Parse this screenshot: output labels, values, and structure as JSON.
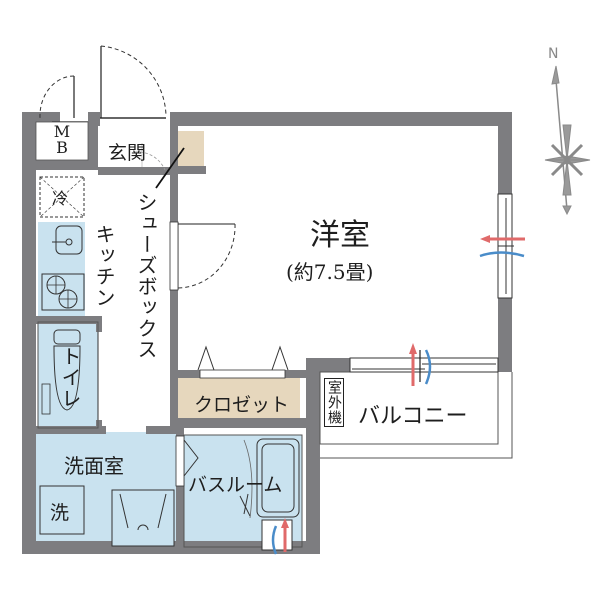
{
  "plan": {
    "colors": {
      "wall": "#7d7d80",
      "wet_area": "#c9e2ef",
      "storage": "#e6d7bd",
      "floor": "#ffffff",
      "airflow_in": "#e06a6a",
      "airflow_out": "#4a8cc9",
      "compass": "#8a8a8a"
    },
    "rooms": {
      "mb": {
        "label_top": "M",
        "label_bottom": "B"
      },
      "entrance": {
        "label": "玄関"
      },
      "fridge": {
        "label": "冷"
      },
      "shoebox": {
        "label": "シューズボックス"
      },
      "kitchen": {
        "label": "キッチン"
      },
      "toilet": {
        "label": "トイレ"
      },
      "washroom": {
        "label": "洗面室"
      },
      "washer": {
        "label": "洗"
      },
      "bathroom": {
        "label": "バスルーム"
      },
      "western_room": {
        "label": "洋室",
        "size": "(約7.5畳)"
      },
      "closet": {
        "label": "クロゼット"
      },
      "outdoor_unit": {
        "label": "室外機"
      },
      "balcony": {
        "label": "バルコニー"
      }
    },
    "compass": {
      "north_label": "N"
    }
  }
}
